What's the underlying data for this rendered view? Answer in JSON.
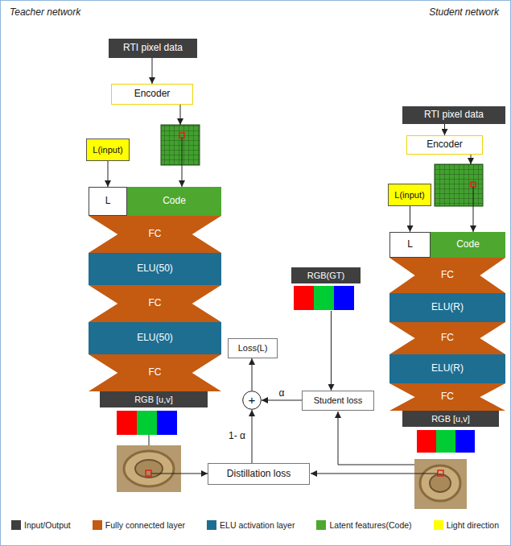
{
  "diagram": {
    "nodes": [
      {
        "text": [
          "RTI pixel data"
        ]
      },
      {
        "text": [
          "Encoder"
        ]
      },
      {
        "text": [
          "L(input)"
        ]
      },
      {
        "text": [
          "L"
        ]
      },
      {
        "text": [
          "Code"
        ]
      },
      {
        "text": [
          "FC"
        ]
      },
      {
        "text": [
          "ELU(50)"
        ]
      },
      {
        "text": [
          "FC"
        ]
      },
      {
        "text": [
          "ELU(50)"
        ]
      },
      {
        "text": [
          "FC"
        ]
      },
      {
        "text": [
          "RGB [u,v]"
        ]
      },
      {
        "text": [
          "RTI pixel data"
        ]
      },
      {
        "text": [
          "Encoder"
        ]
      },
      {
        "text": [
          "L(input)"
        ]
      },
      {
        "text": [
          "L"
        ]
      },
      {
        "text": [
          "Code"
        ]
      },
      {
        "text": [
          "FC"
        ]
      },
      {
        "text": [
          "ELU(R)"
        ]
      },
      {
        "text": [
          "FC"
        ]
      },
      {
        "text": [
          "ELU(R)"
        ]
      },
      {
        "text": [
          "FC"
        ]
      },
      {
        "text": [
          "RGB [u,v]"
        ]
      },
      {
        "text": [
          "RGB(GT)"
        ]
      },
      {
        "text": [
          "Loss(L)"
        ]
      },
      {
        "text": [
          "Student loss"
        ]
      },
      {
        "text": [
          "+"
        ]
      },
      {
        "text": [
          "Distillation loss"
        ]
      }
    ],
    "edges": [
      {
        "from": 0,
        "to": 1,
        "arrow": "to"
      },
      {
        "from": 2,
        "to": 3,
        "arrow": "to"
      },
      {
        "from": 11,
        "to": 12,
        "arrow": "to"
      },
      {
        "from": 13,
        "to": 14,
        "arrow": "to"
      },
      {
        "from": 22,
        "to": 24,
        "arrow": "to"
      },
      {
        "from": 24,
        "to": 25,
        "label": "α",
        "arrow": "to"
      },
      {
        "from": 26,
        "to": 25,
        "label": "1- α",
        "arrow": "to"
      },
      {
        "from": 25,
        "to": 23,
        "arrow": "to"
      }
    ],
    "labels": [
      "Teacher network",
      "Student network"
    ],
    "legend": [
      {
        "text": "Input/Output",
        "color": "#3f3f3f"
      },
      {
        "text": "Fully connected layer",
        "color": "#c55a11"
      },
      {
        "text": "ELU activation layer",
        "color": "#1e6e91"
      },
      {
        "text": "Latent features(Code)",
        "color": "#4ea72e"
      },
      {
        "text": "Light direction",
        "color": "#ffff00"
      }
    ]
  }
}
